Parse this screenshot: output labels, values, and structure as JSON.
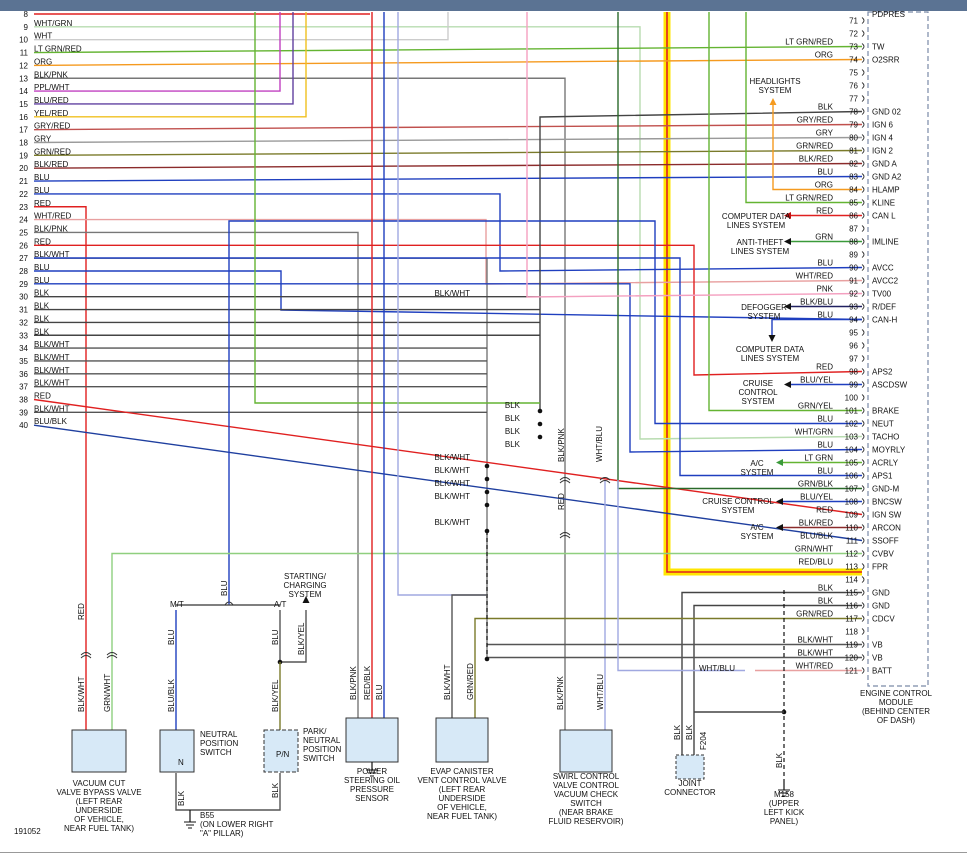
{
  "figure_id": "191052",
  "ecm": {
    "title_lines": [
      "ENGINE CONTROL",
      "MODULE",
      "(BEHIND CENTER",
      "OF DASH)"
    ],
    "pins": [
      {
        "n": "71",
        "label": "",
        "wire": "",
        "color": ""
      },
      {
        "n": "72",
        "label": "",
        "wire": "",
        "color": ""
      },
      {
        "n": "73",
        "label": "TW",
        "wire": "LT GRN/RED",
        "color": "#64b432"
      },
      {
        "n": "74",
        "label": "O2SRR",
        "wire": "ORG",
        "color": "#f59a1f"
      },
      {
        "n": "75",
        "label": "",
        "wire": "",
        "color": ""
      },
      {
        "n": "76",
        "label": "",
        "wire": "",
        "color": ""
      },
      {
        "n": "77",
        "label": "",
        "wire": "",
        "color": ""
      },
      {
        "n": "78",
        "label": "GND 02",
        "wire": "BLK",
        "color": "#444444"
      },
      {
        "n": "79",
        "label": "IGN 6",
        "wire": "GRY/RED",
        "color": "#c0504d"
      },
      {
        "n": "80",
        "label": "IGN 4",
        "wire": "GRY",
        "color": "#9a9a9a"
      },
      {
        "n": "81",
        "label": "IGN 2",
        "wire": "GRN/RED",
        "color": "#7a7a2a"
      },
      {
        "n": "82",
        "label": "GND A",
        "wire": "BLK/RED",
        "color": "#8b2b2b"
      },
      {
        "n": "83",
        "label": "GND A2",
        "wire": "BLU",
        "color": "#1f3fbf"
      },
      {
        "n": "84",
        "label": "HLAMP",
        "wire": "ORG",
        "color": "#f59a1f"
      },
      {
        "n": "85",
        "label": "KLINE",
        "wire": "LT GRN/RED",
        "color": "#64b432"
      },
      {
        "n": "86",
        "label": "CAN L",
        "wire": "RED",
        "color": "#e02020"
      },
      {
        "n": "87",
        "label": "",
        "wire": "",
        "color": ""
      },
      {
        "n": "88",
        "label": "IMLINE",
        "wire": "GRN",
        "color": "#3a9a3a"
      },
      {
        "n": "89",
        "label": "",
        "wire": "",
        "color": ""
      },
      {
        "n": "90",
        "label": "AVCC",
        "wire": "BLU",
        "color": "#1f3fbf"
      },
      {
        "n": "91",
        "label": "AVCC2",
        "wire": "WHT/RED",
        "color": "#e8a0a0"
      },
      {
        "n": "92",
        "label": "TV00",
        "wire": "PNK",
        "color": "#f4a0c0"
      },
      {
        "n": "93",
        "label": "R/DEF",
        "wire": "BLK/BLU",
        "color": "#202060"
      },
      {
        "n": "94",
        "label": "CAN-H",
        "wire": "BLU",
        "color": "#1f3fbf"
      },
      {
        "n": "95",
        "label": "",
        "wire": "",
        "color": ""
      },
      {
        "n": "96",
        "label": "",
        "wire": "",
        "color": ""
      },
      {
        "n": "97",
        "label": "",
        "wire": "",
        "color": ""
      },
      {
        "n": "98",
        "label": "APS2",
        "wire": "RED",
        "color": "#e02020"
      },
      {
        "n": "99",
        "label": "ASCDSW",
        "wire": "BLU/YEL",
        "color": "#1f3fbf"
      },
      {
        "n": "100",
        "label": "",
        "wire": "",
        "color": ""
      },
      {
        "n": "101",
        "label": "BRAKE",
        "wire": "GRN/YEL",
        "color": "#64b432"
      },
      {
        "n": "102",
        "label": "NEUT",
        "wire": "BLU",
        "color": "#1f3fbf"
      },
      {
        "n": "103",
        "label": "TACHO",
        "wire": "WHT/GRN",
        "color": "#b8dcb0"
      },
      {
        "n": "104",
        "label": "MOYRLY",
        "wire": "BLU",
        "color": "#1f3fbf"
      },
      {
        "n": "105",
        "label": "ACRLY",
        "wire": "LT GRN",
        "color": "#64b432"
      },
      {
        "n": "106",
        "label": "APS1",
        "wire": "BLU",
        "color": "#1f3fbf"
      },
      {
        "n": "107",
        "label": "GND-M",
        "wire": "GRN/BLK",
        "color": "#2a6a2a"
      },
      {
        "n": "108",
        "label": "BNCSW",
        "wire": "BLU/YEL",
        "color": "#1f3fbf"
      },
      {
        "n": "109",
        "label": "IGN SW",
        "wire": "RED",
        "color": "#e02020"
      },
      {
        "n": "110",
        "label": "ARCON",
        "wire": "BLK/RED",
        "color": "#8b2b2b"
      },
      {
        "n": "111",
        "label": "SSOFF",
        "wire": "BLU/BLK",
        "color": "#1f3f9f"
      },
      {
        "n": "112",
        "label": "CVBV",
        "wire": "GRN/WHT",
        "color": "#8fcf7f"
      },
      {
        "n": "113",
        "label": "FPR",
        "wire": "RED/BLU",
        "color": "#e02020"
      },
      {
        "n": "114",
        "label": "",
        "wire": "",
        "color": ""
      },
      {
        "n": "115",
        "label": "GND",
        "wire": "BLK",
        "color": "#444444"
      },
      {
        "n": "116",
        "label": "GND",
        "wire": "BLK",
        "color": "#444444"
      },
      {
        "n": "117",
        "label": "CDCV",
        "wire": "GRN/RED",
        "color": "#7a7a2a"
      },
      {
        "n": "118",
        "label": "",
        "wire": "",
        "color": ""
      },
      {
        "n": "119",
        "label": "VB",
        "wire": "BLK/WHT",
        "color": "#555555"
      },
      {
        "n": "120",
        "label": "VB",
        "wire": "BLK/WHT",
        "color": "#555555"
      },
      {
        "n": "121",
        "label": "BATT",
        "wire": "WHT/RED",
        "color": "#e8a0a0"
      }
    ],
    "top_label": "PDPRES"
  },
  "left_wires": [
    {
      "n": "8",
      "wire": "",
      "color": "#888888"
    },
    {
      "n": "9",
      "wire": "WHT/GRN",
      "color": "#b8dcb0"
    },
    {
      "n": "10",
      "wire": "WHT",
      "color": "#cccccc"
    },
    {
      "n": "11",
      "wire": "LT GRN/RED",
      "color": "#64b432"
    },
    {
      "n": "12",
      "wire": "ORG",
      "color": "#f59a1f"
    },
    {
      "n": "13",
      "wire": "BLK/PNK",
      "color": "#777777"
    },
    {
      "n": "14",
      "wire": "PPL/WHT",
      "color": "#c040c0"
    },
    {
      "n": "15",
      "wire": "BLU/RED",
      "color": "#6040a0"
    },
    {
      "n": "16",
      "wire": "YEL/RED",
      "color": "#f0c020"
    },
    {
      "n": "17",
      "wire": "GRY/RED",
      "color": "#c0504d"
    },
    {
      "n": "18",
      "wire": "GRY",
      "color": "#9a9a9a"
    },
    {
      "n": "19",
      "wire": "GRN/RED",
      "color": "#7a7a2a"
    },
    {
      "n": "20",
      "wire": "BLK/RED",
      "color": "#8b2b2b"
    },
    {
      "n": "21",
      "wire": "BLU",
      "color": "#1f3fbf"
    },
    {
      "n": "22",
      "wire": "BLU",
      "color": "#1f3fbf"
    },
    {
      "n": "23",
      "wire": "RED",
      "color": "#e02020"
    },
    {
      "n": "24",
      "wire": "WHT/RED",
      "color": "#e8a0a0"
    },
    {
      "n": "25",
      "wire": "BLK/PNK",
      "color": "#777777"
    },
    {
      "n": "26",
      "wire": "RED",
      "color": "#e02020"
    },
    {
      "n": "27",
      "wire": "BLK/WHT",
      "color": "#777777"
    },
    {
      "n": "28",
      "wire": "BLU",
      "color": "#1f3fbf"
    },
    {
      "n": "29",
      "wire": "BLU",
      "color": "#1f3fbf"
    },
    {
      "n": "30",
      "wire": "BLK",
      "color": "#444444"
    },
    {
      "n": "31",
      "wire": "BLK",
      "color": "#444444"
    },
    {
      "n": "32",
      "wire": "BLK",
      "color": "#444444"
    },
    {
      "n": "33",
      "wire": "BLK",
      "color": "#444444"
    },
    {
      "n": "34",
      "wire": "BLK/WHT",
      "color": "#555555"
    },
    {
      "n": "35",
      "wire": "BLK/WHT",
      "color": "#555555"
    },
    {
      "n": "36",
      "wire": "BLK/WHT",
      "color": "#555555"
    },
    {
      "n": "37",
      "wire": "BLK/WHT",
      "color": "#555555"
    },
    {
      "n": "38",
      "wire": "RED",
      "color": "#e02020"
    },
    {
      "n": "39",
      "wire": "BLK/WHT",
      "color": "#555555"
    },
    {
      "n": "40",
      "wire": "BLU/BLK",
      "color": "#1f3f9f"
    }
  ],
  "mid_labels": {
    "blk_wht_27": "BLK/WHT",
    "blk": "BLK",
    "blk_wht": "BLK/WHT",
    "blk_pnk_vert": "BLK/PNK",
    "wht_blu_vert": "WHT/BLU",
    "red_vert": "RED"
  },
  "systems": {
    "headlights": [
      "HEADLIGHTS",
      "SYSTEM"
    ],
    "computer_data_1": [
      "COMPUTER DATA",
      "LINES SYSTEM"
    ],
    "anti_theft": [
      "ANTI-THEFT",
      "LINES SYSTEM"
    ],
    "defogger": [
      "DEFOGGER",
      "SYSTEM"
    ],
    "computer_data_2": [
      "COMPUTER DATA",
      "LINES SYSTEM"
    ],
    "cruise_control": [
      "CRUISE",
      "CONTROL",
      "SYSTEM"
    ],
    "ac_1": [
      "A/C",
      "SYSTEM"
    ],
    "cruise_control_2": [
      "CRUISE CONTROL",
      "SYSTEM"
    ],
    "ac_2": [
      "A/C",
      "SYSTEM"
    ],
    "starting_charging": [
      "STARTING/",
      "CHARGING",
      "SYSTEM"
    ]
  },
  "components": {
    "vacuum_cut": [
      "VACUUM CUT",
      "VALVE BYPASS VALVE",
      "(LEFT REAR",
      "UNDERSIDE",
      "OF VEHICLE,",
      "NEAR FUEL TANK)"
    ],
    "neutral_switch": [
      "NEUTRAL",
      "POSITION",
      "SWITCH"
    ],
    "park_neutral": [
      "PARK/",
      "NEUTRAL",
      "POSITION",
      "SWITCH"
    ],
    "ps_sensor": [
      "POWER",
      "STEERING OIL",
      "PRESSURE",
      "SENSOR"
    ],
    "evap": [
      "EVAP CANISTER",
      "VENT CONTROL VALVE",
      "(LEFT REAR",
      "UNDERSIDE",
      "OF VEHICLE,",
      "NEAR FUEL TANK)"
    ],
    "swirl": [
      "SWIRL CONTROL",
      "VALVE CONTROL",
      "VACUUM CHECK",
      "SWITCH",
      "(NEAR BRAKE",
      "FLUID RESERVOIR)"
    ],
    "joint": [
      "JOINT",
      "CONNECTOR"
    ],
    "m158": [
      "M158",
      "(UPPER",
      "LEFT KICK",
      "PANEL)"
    ],
    "b55": [
      "B55",
      "(ON LOWER RIGHT",
      "\"A\" PILLAR)"
    ]
  },
  "bottom_wire_labels": {
    "red": "RED",
    "blk_wht": "BLK/WHT",
    "grn_wht": "GRN/WHT",
    "blu": "BLU",
    "blu_blk": "BLU/BLK",
    "blk_yel": "BLK/YEL",
    "mt": "M/T",
    "at": "A/T",
    "blk_pnk": "BLK/PNK",
    "red_blk": "RED/BLK",
    "grn_red": "GRN/RED",
    "wht_blu": "WHT/BLU",
    "blk": "BLK",
    "f204": "F204",
    "pn": "P/N",
    "n": "N",
    "wht_blu_h": "WHT/BLU"
  }
}
